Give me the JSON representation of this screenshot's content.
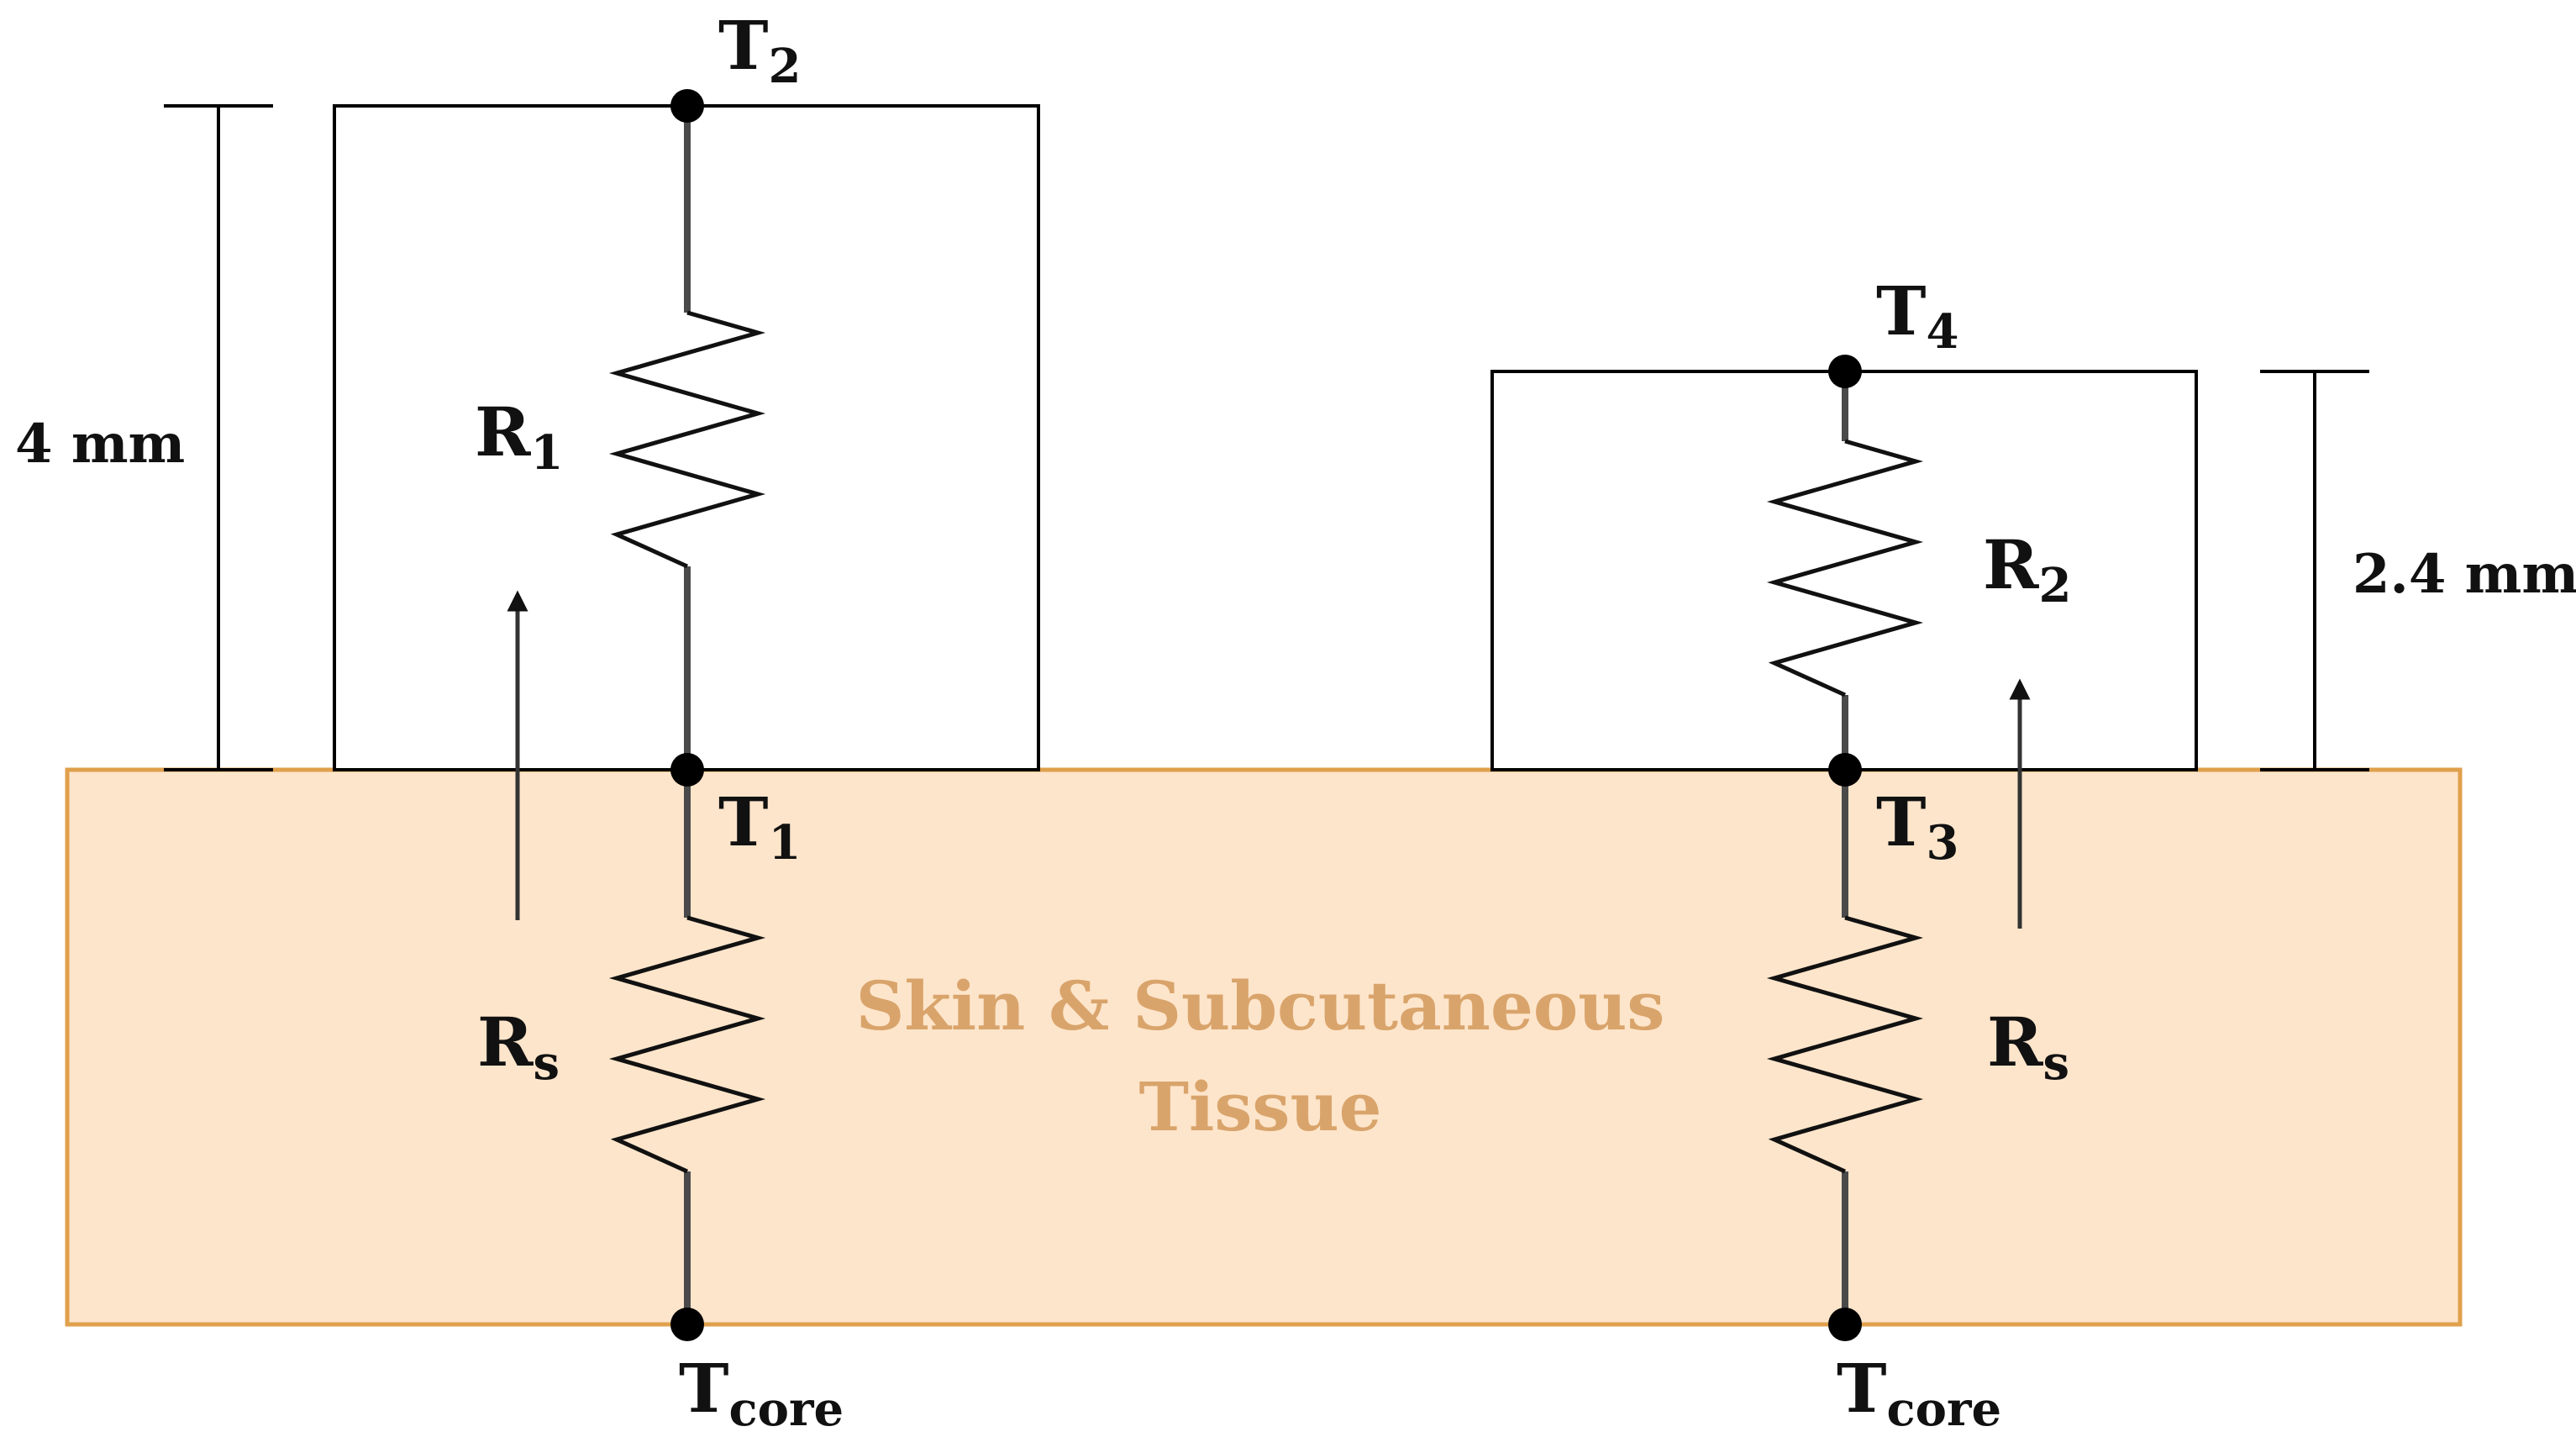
{
  "colors": {
    "tissue_fill": "#FDE5CB",
    "tissue_border": "#E0A04C",
    "tissue_text": "#D9A46B",
    "line": "#000000"
  },
  "tissue": {
    "line1": "Skin & Subcutaneous",
    "line2": "Tissue"
  },
  "left": {
    "t2": {
      "main": "T",
      "sub": "2"
    },
    "r1": {
      "main": "R",
      "sub": "1"
    },
    "t1": {
      "main": "T",
      "sub": "1"
    },
    "rs": {
      "main": "R",
      "sub": "s"
    },
    "tcore": {
      "main": "T",
      "sub": "core"
    },
    "dimension": "4 mm"
  },
  "right": {
    "t4": {
      "main": "T",
      "sub": "4"
    },
    "r2": {
      "main": "R",
      "sub": "2"
    },
    "t3": {
      "main": "T",
      "sub": "3"
    },
    "rs": {
      "main": "R",
      "sub": "s"
    },
    "tcore": {
      "main": "T",
      "sub": "core"
    },
    "dimension": "2.4 mm"
  }
}
